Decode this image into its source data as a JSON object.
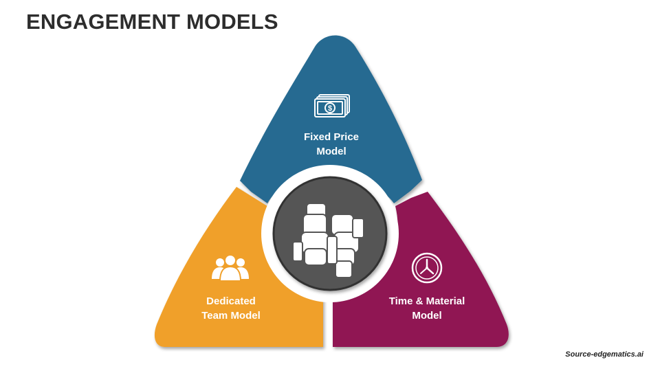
{
  "title": "ENGAGEMENT MODELS",
  "segments": [
    {
      "id": "fixed-price",
      "line1": "Fixed Price",
      "line2": "Model",
      "icon": "money-icon",
      "color": "#266b91"
    },
    {
      "id": "dedicated-team",
      "line1": "Dedicated",
      "line2": "Team Model",
      "icon": "team-icon",
      "color": "#f0a02a"
    },
    {
      "id": "time-material",
      "line1": "Time & Material",
      "line2": "Model",
      "icon": "clock-icon",
      "color": "#901552"
    }
  ],
  "center": {
    "icon": "fist-bump-icon",
    "color": "#555555"
  },
  "source": "Source-edgematics.ai"
}
